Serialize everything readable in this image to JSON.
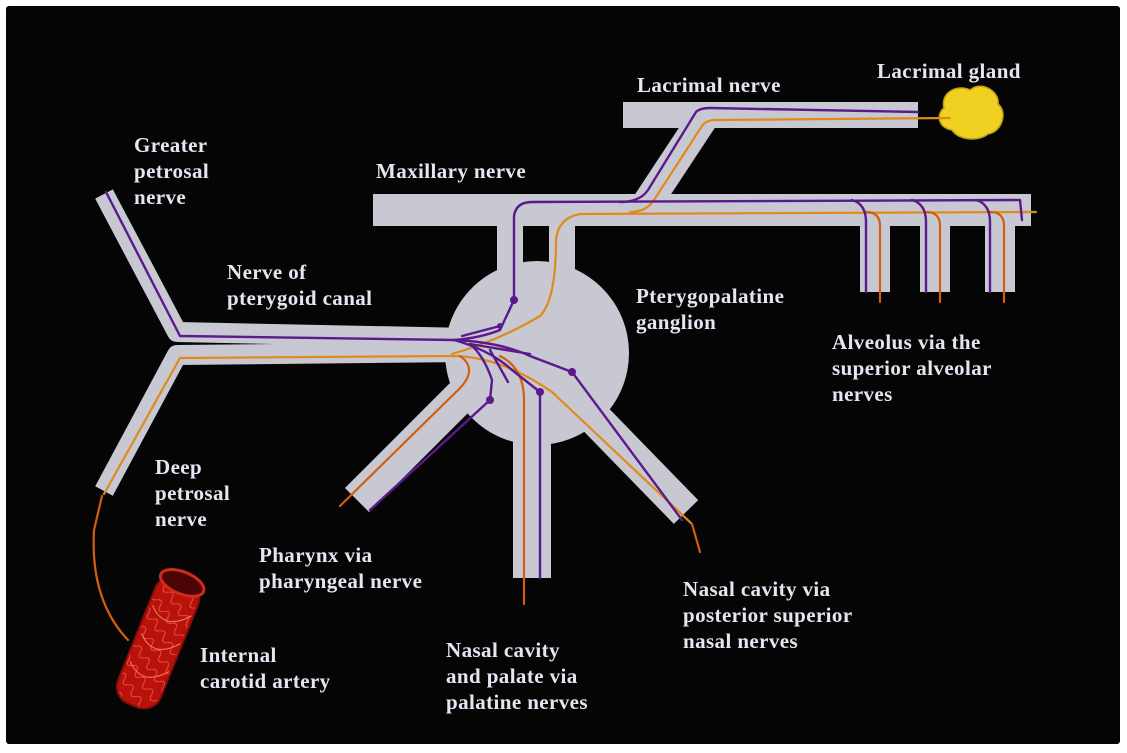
{
  "colors": {
    "background": "#050505",
    "nerve_sheath": "#c8c8d2",
    "ganglion": "#c8c8d2",
    "parasympathetic_fiber": "#5a1a8c",
    "sympathetic_fiber": "#e08a1a",
    "artery": "#c0140c",
    "lacrimal_gland": "#f0d020",
    "label_text": "#e6e6f2"
  },
  "labels": {
    "greater_petrosal": "Greater\npetrosal\nnerve",
    "maxillary": "Maxillary nerve",
    "lacrimal_nerve": "Lacrimal nerve",
    "lacrimal_gland": "Lacrimal gland",
    "pterygoid_canal": "Nerve of\npterygoid canal",
    "ganglion": "Pterygopalatine\nganglion",
    "alveolus": "Alveolus via the\nsuperior alveolar\nnerves",
    "deep_petrosal": "Deep\npetrosal\nnerve",
    "pharynx": "Pharynx via\npharyngeal nerve",
    "nasal_posterior": "Nasal cavity via\nposterior superior\nnasal nerves",
    "nasal_palatine": "Nasal cavity\nand palate via\npalatine nerves",
    "carotid": "Internal\ncarotid artery"
  }
}
